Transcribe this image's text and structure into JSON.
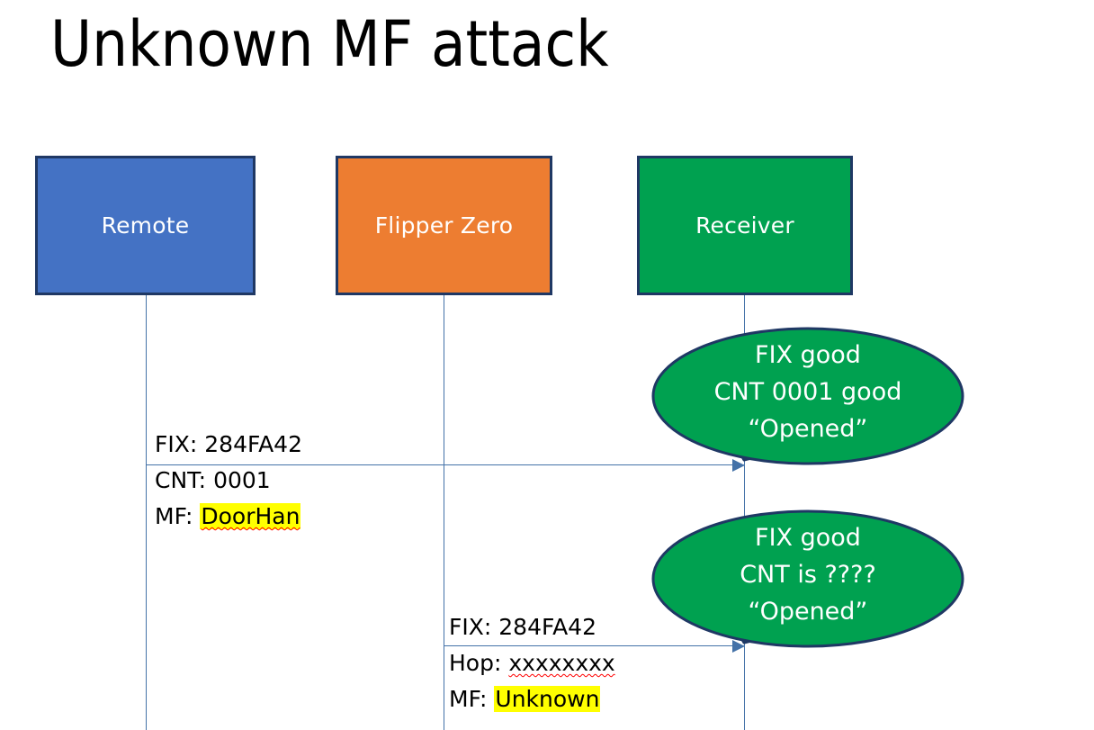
{
  "slide": {
    "title": "Unknown MF attack",
    "background_color": "#ffffff"
  },
  "colors": {
    "remote_fill": "#4472c4",
    "flipper_fill": "#ed7d31",
    "receiver_fill": "#00a150",
    "box_border": "#1f3864",
    "lifeline": "#4472a8",
    "arrow": "#4472a8",
    "bubble_fill": "#00a150",
    "bubble_border": "#1f3864",
    "highlight": "#ffff00",
    "spellcheck_underline": "#ff0000",
    "text_dark": "#000000",
    "text_light": "#ffffff"
  },
  "actors": [
    {
      "id": "remote",
      "label": "Remote"
    },
    {
      "id": "flipper",
      "label": "Flipper Zero"
    },
    {
      "id": "receiver",
      "label": "Receiver"
    }
  ],
  "messages": [
    {
      "id": "msg-1",
      "from": "remote",
      "to": "receiver",
      "lines": [
        {
          "label": "FIX:",
          "value": "284FA42",
          "highlight": false,
          "spellcheck": false
        },
        {
          "label": "CNT:",
          "value": "0001",
          "highlight": false,
          "spellcheck": false
        },
        {
          "label": "MF:",
          "value": "DoorHan",
          "highlight": true,
          "spellcheck": true
        }
      ]
    },
    {
      "id": "msg-2",
      "from": "flipper",
      "to": "receiver",
      "lines": [
        {
          "label": "FIX:",
          "value": "284FA42",
          "highlight": false,
          "spellcheck": false
        },
        {
          "label": "Hop:",
          "value": "xxxxxxxx",
          "highlight": false,
          "spellcheck": true
        },
        {
          "label": "MF:",
          "value": "Unknown",
          "highlight": true,
          "spellcheck": false
        }
      ]
    }
  ],
  "bubbles": [
    {
      "id": "bubble-1",
      "owner": "receiver",
      "lines": [
        "FIX good",
        "CNT 0001 good",
        "“Opened”"
      ]
    },
    {
      "id": "bubble-2",
      "owner": "receiver",
      "lines": [
        "FIX good",
        "CNT is ????",
        "“Opened”"
      ]
    }
  ]
}
